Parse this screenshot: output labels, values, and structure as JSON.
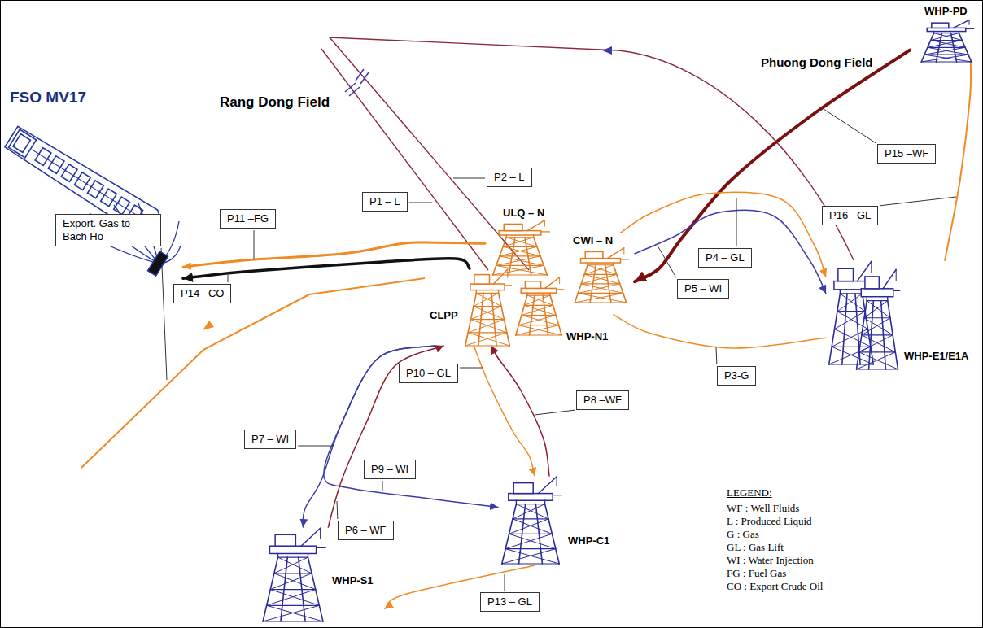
{
  "diagram": {
    "nodes": [
      {
        "text": [
          "WHP-PD"
        ]
      },
      {
        "text": [
          "FSO MV17"
        ]
      },
      {
        "text": [
          "ULQ – N"
        ]
      },
      {
        "text": [
          "CWI – N"
        ]
      },
      {
        "text": [
          "CLPP"
        ]
      },
      {
        "text": [
          "WHP-N1"
        ]
      },
      {
        "text": [
          "WHP-E1/E1A"
        ]
      },
      {
        "text": [
          "WHP-C1"
        ]
      },
      {
        "text": [
          "WHP-S1"
        ]
      }
    ],
    "edges": [
      {
        "from": 2,
        "to": 1,
        "arrow": "to",
        "label": "P11 –FG"
      },
      {
        "from": 4,
        "to": 1,
        "arrow": "to",
        "label": "P14 –CO"
      },
      {
        "from": 0,
        "to": 3,
        "arrow": "to",
        "label": "P15 –WF"
      },
      {
        "from": 6,
        "to": 0,
        "arrow": "none",
        "label": "P16 –GL"
      },
      {
        "from": 3,
        "to": 6,
        "arrow": "to",
        "label": "P4 – GL"
      },
      {
        "from": 3,
        "to": 6,
        "arrow": "to",
        "label": "P5 – WI"
      },
      {
        "from": 6,
        "to": 5,
        "arrow": "none",
        "label": "P3-G"
      },
      {
        "from": 4,
        "to": 7,
        "arrow": "to",
        "label": "P10 – GL"
      },
      {
        "from": 7,
        "to": 4,
        "arrow": "to",
        "label": "P8 –WF"
      },
      {
        "from": 4,
        "to": 8,
        "arrow": "to",
        "label": "P7 – WI"
      },
      {
        "from": 4,
        "to": 7,
        "arrow": "to",
        "label": "P9 – WI"
      },
      {
        "from": 8,
        "to": 4,
        "arrow": "to",
        "label": "P6 – WF"
      },
      {
        "from": 7,
        "to": 8,
        "arrow": "to",
        "label": "P13 – GL"
      }
    ],
    "labels": [
      "Rang Dong Field",
      "Phuong Dong Field",
      "P1 – L",
      "P2 – L",
      "Export. Gas to Bach Ho",
      "LEGEND:"
    ],
    "legend": [
      {
        "text": "WF : Well Fluids"
      },
      {
        "text": "L : Produced Liquid"
      },
      {
        "text": "G : Gas"
      },
      {
        "text": "GL : Gas Lift"
      },
      {
        "text": "WI : Water Injection"
      },
      {
        "text": "FG : Fuel Gas"
      },
      {
        "text": "CO : Export Crude Oil"
      }
    ]
  }
}
